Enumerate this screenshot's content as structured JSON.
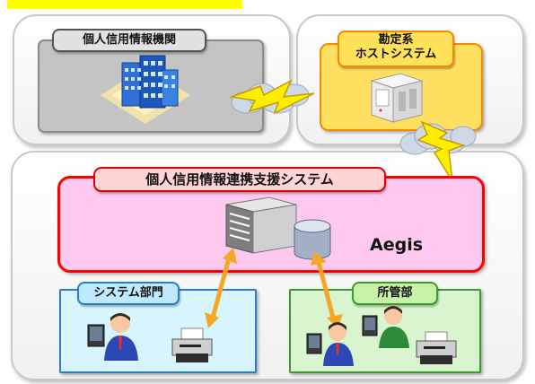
{
  "credit_bureau": {
    "label": "個人信用情報機関"
  },
  "host_system": {
    "label_line1": "勘定系",
    "label_line2": "ホストシステム"
  },
  "coop_system": {
    "label": "個人信用情報連携支援システム",
    "product": "Aegis"
  },
  "system_dept": {
    "label": "システム部門"
  },
  "responsible_dept": {
    "label": "所管部"
  },
  "colors": {
    "bureau_box": "#c8c8c8",
    "host_box": "#ffdd55",
    "host_border": "#f07800",
    "coop_fill": "#ffc6ee",
    "coop_border": "#ff0000",
    "arrow": "#f5a623",
    "system_dept_fill": "#d6f5ff",
    "system_dept_border": "#2a7fc4",
    "responsible_fill": "#d8f5d0",
    "responsible_border": "#3d9a2e",
    "tag_highlight": "#ffff00"
  }
}
